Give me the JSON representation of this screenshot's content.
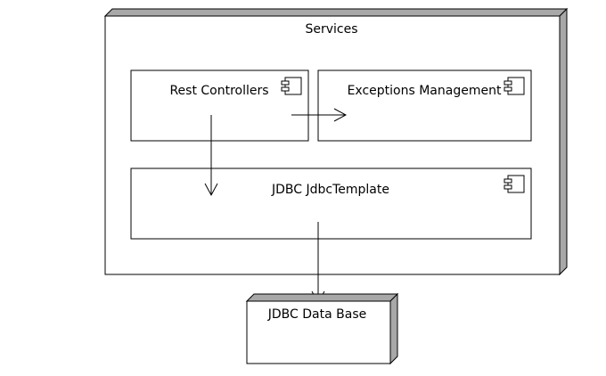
{
  "colors": {
    "background": "#ffffff",
    "stroke": "#000000",
    "node_depth": "#a8a8a8"
  },
  "services_node": {
    "label": "Services"
  },
  "components": {
    "rest_controllers": {
      "label": "Rest Controllers",
      "icon": "component-icon"
    },
    "exceptions_management": {
      "label": "Exceptions Management",
      "icon": "component-icon"
    },
    "jdbc_template": {
      "label": "JDBC JdbcTemplate",
      "icon": "component-icon"
    }
  },
  "database_node": {
    "label": "JDBC Data Base"
  }
}
